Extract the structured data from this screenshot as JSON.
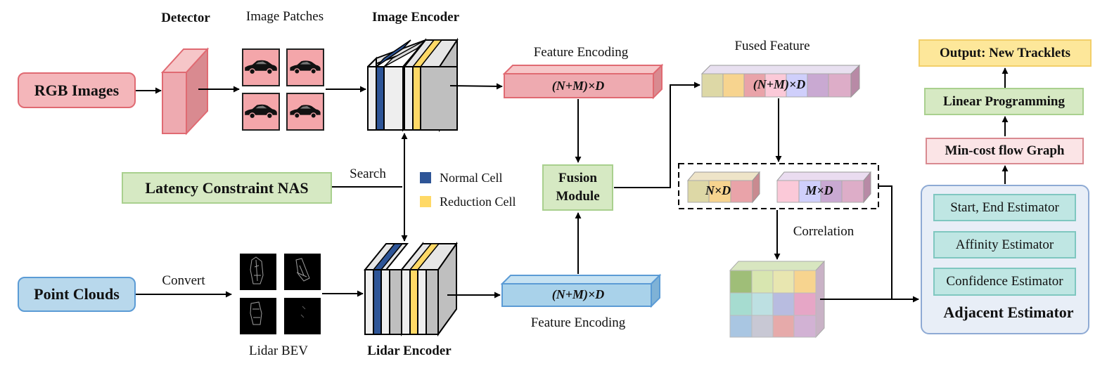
{
  "inputs": {
    "rgb_images": "RGB Images",
    "point_clouds": "Point Clouds",
    "nas": "Latency Constraint NAS"
  },
  "top_labels": {
    "detector": "Detector",
    "image_patches": "Image Patches",
    "image_encoder": "Image Encoder",
    "feature_encoding_top": "Feature Encoding",
    "fused_feature": "Fused Feature"
  },
  "bottom_labels": {
    "convert": "Convert",
    "lidar_bev": "Lidar BEV",
    "lidar_encoder": "Lidar Encoder",
    "feature_encoding_bottom": "Feature Encoding"
  },
  "middle": {
    "search": "Search",
    "fusion_module_line1": "Fusion",
    "fusion_module_line2": "Module",
    "correlation": "Correlation"
  },
  "legend": {
    "normal_cell": "Normal Cell",
    "reduction_cell": "Reduction Cell",
    "normal_color": "#2E5597",
    "reduction_color": "#FFD966"
  },
  "dims": {
    "top_encoding": "(N+M)×D",
    "bottom_encoding": "(N+M)×D",
    "fused": "(N+M)×D",
    "n_part": "N×D",
    "m_part": "M×D"
  },
  "adjacent_estimator": {
    "title": "Adjacent Estimator",
    "start_end": "Start, End Estimator",
    "affinity": "Affinity Estimator",
    "confidence": "Confidence Estimator"
  },
  "pipeline": {
    "min_cost_flow": "Min-cost flow Graph",
    "linear_programming": "Linear Programming",
    "output": "Output: New Tracklets"
  },
  "icons": {
    "car": "car-icon",
    "lidar": "lidar-bev-icon"
  }
}
